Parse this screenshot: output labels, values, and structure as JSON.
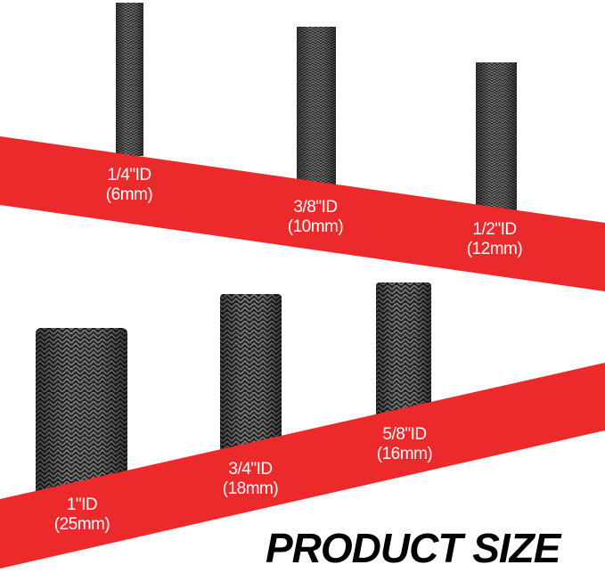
{
  "colors": {
    "band": "#ed2a2b",
    "tube": "#2a2a2a",
    "weave": "#8a8a8a",
    "title": "#000000"
  },
  "sizes": [
    {
      "inch": "1/4\"ID",
      "mm": "(6mm)"
    },
    {
      "inch": "3/8\"ID",
      "mm": "(10mm)"
    },
    {
      "inch": "1/2\"ID",
      "mm": "(12mm)"
    },
    {
      "inch": "1\"ID",
      "mm": "(25mm)"
    },
    {
      "inch": "3/4\"ID",
      "mm": "(18mm)"
    },
    {
      "inch": "5/8\"ID",
      "mm": "(16mm)"
    }
  ],
  "title": "PRODUCT SIZE"
}
